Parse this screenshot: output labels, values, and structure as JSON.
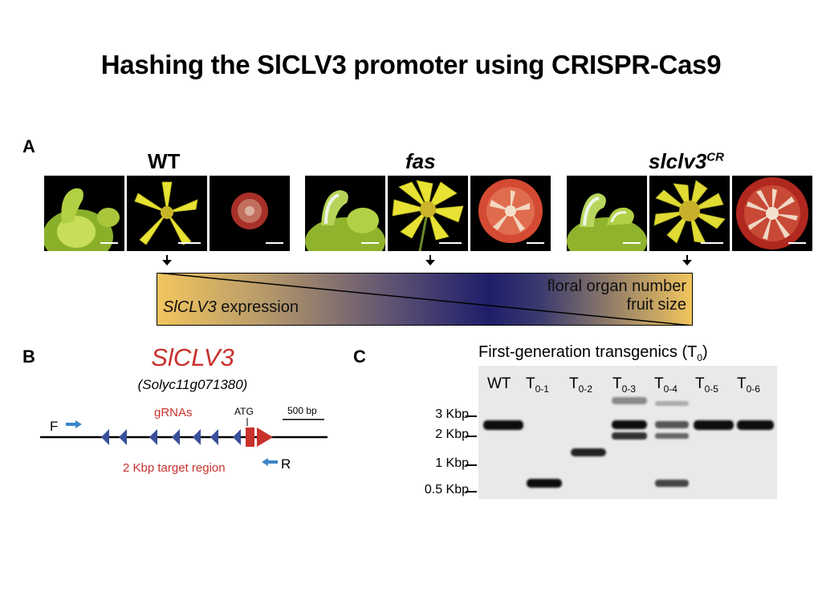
{
  "title": "Hashing the SlCLV3 promoter using CRISPR-Cas9",
  "panel_a": {
    "letter": "A",
    "genotypes": [
      {
        "name": "WT",
        "italic": false,
        "sup": ""
      },
      {
        "name": "fas",
        "italic": true,
        "sup": ""
      },
      {
        "name": "slclv3",
        "italic": true,
        "sup": "CR"
      }
    ],
    "gradient": {
      "expression_gene": "SlCLV3",
      "expression_suffix": " expression",
      "right_line1": "floral organ number",
      "right_line2": "fruit size"
    }
  },
  "panel_b": {
    "letter": "B",
    "gene": "SlCLV3",
    "gene_id": "(Solyc11g071380)",
    "grnas_label": "gRNAs",
    "atg_label": "ATG",
    "scale_label": "500 bp",
    "forward_primer": "F",
    "reverse_primer": "R",
    "target_label": "2 Kbp target region",
    "colors": {
      "red": "#c8322c",
      "blue": "#3a4f9a",
      "primer": "#3b86c6"
    }
  },
  "panel_c": {
    "letter": "C",
    "title_text": "First-generation transgenics (T",
    "title_sub": "0",
    "title_close": ")",
    "lanes": [
      {
        "base": "WT",
        "sub": ""
      },
      {
        "base": "T",
        "sub": "0-1"
      },
      {
        "base": "T",
        "sub": "0-2"
      },
      {
        "base": "T",
        "sub": "0-3"
      },
      {
        "base": "T",
        "sub": "0-4"
      },
      {
        "base": "T",
        "sub": "0-5"
      },
      {
        "base": "T",
        "sub": "0-6"
      }
    ],
    "ladder": [
      "3 Kbp",
      "2 Kbp",
      "1 Kbp",
      "0.5 Kbp"
    ]
  }
}
